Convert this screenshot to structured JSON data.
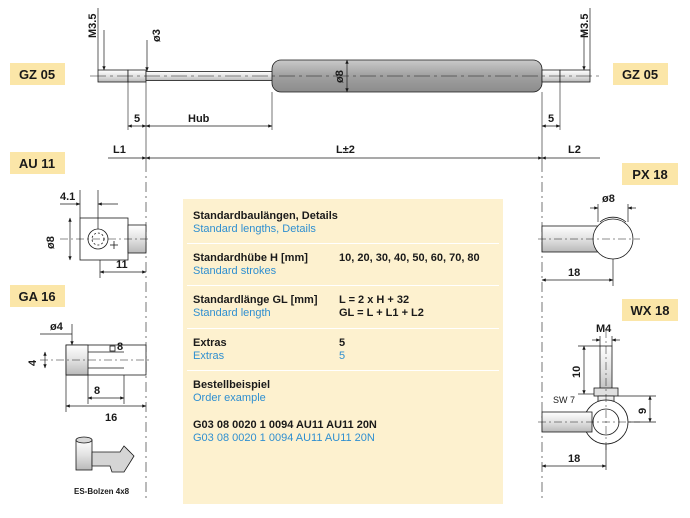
{
  "badges": {
    "gz05_left": "GZ 05",
    "gz05_right": "GZ 05",
    "au11": "AU 11",
    "ga16": "GA 16",
    "px18": "PX 18",
    "wx18": "WX 18"
  },
  "main_dims": {
    "m35_left": "M3.5",
    "m35_right": "M3.5",
    "rod_dia": "ø3",
    "body_dia": "ø8",
    "end_left": "5",
    "end_right": "5",
    "hub": "Hub",
    "l1": "L1",
    "l2": "L2",
    "l_tol": "L±2"
  },
  "au11_dims": {
    "top": "4.1",
    "dia": "ø8",
    "width": "11"
  },
  "ga16_dims": {
    "dia": "ø4",
    "slot": "8",
    "height": "4",
    "inner": "8",
    "length": "16",
    "caption": "ES-Bolzen 4x8"
  },
  "px18_dims": {
    "dia": "ø8",
    "length": "18"
  },
  "wx18_dims": {
    "thread": "M4",
    "height": "10",
    "wrench": "SW 7",
    "ball": "9",
    "length": "18"
  },
  "info": {
    "details_de": "Standardbaulängen, Details",
    "details_en": "Standard lengths, Details",
    "strokes_de": "Standardhübe H [mm]",
    "strokes_en": "Standard strokes",
    "strokes_val": "10, 20, 30, 40, 50, 60, 70, 80",
    "length_de": "Standardlänge GL [mm]",
    "length_en": "Standard length",
    "length_f1": "L = 2 x H + 32",
    "length_f2": "GL = L + L1 + L2",
    "extras_de": "Extras",
    "extras_en": "Extras",
    "extras_val_de": "5",
    "extras_val_en": "5",
    "order_de": "Bestellbeispiel",
    "order_en": "Order example",
    "order_code_de": "G03 08 0020 1 0094 AU11 AU11 20N",
    "order_code_en": "G03 08 0020 1 0094 AU11 AU11 20N"
  },
  "colors": {
    "badge": "#fbe6a8",
    "panel": "#fdf1cf",
    "english": "#2f8fd0",
    "body": "#a9a9a9"
  }
}
